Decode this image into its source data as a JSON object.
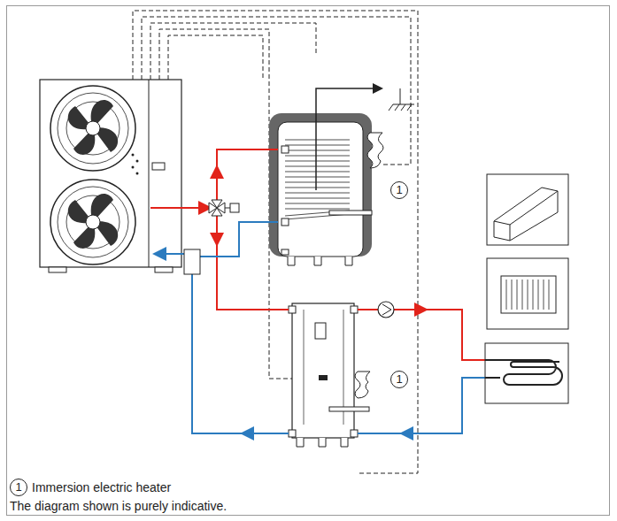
{
  "diagram": {
    "labels": [
      "1",
      "1",
      "1",
      "Immersion electric heater",
      "The diagram shown is purely indicative."
    ]
  }
}
